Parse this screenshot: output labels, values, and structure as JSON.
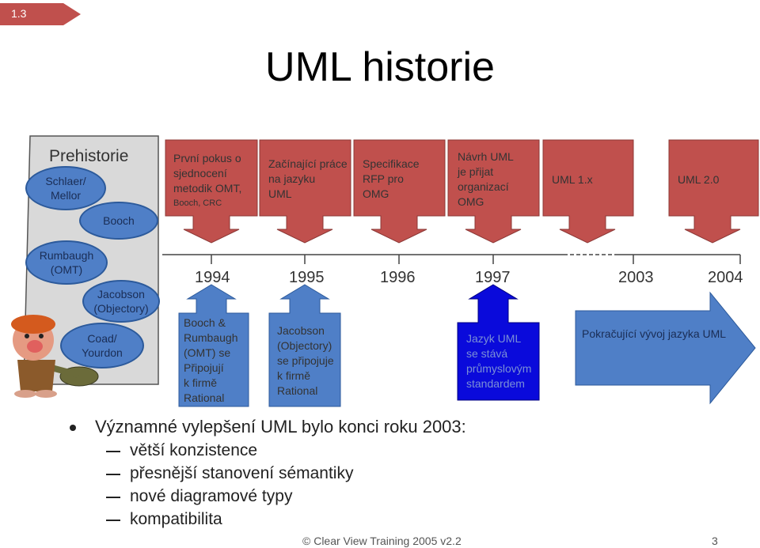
{
  "section": "1.3",
  "title": "UML historie",
  "prehistory": {
    "label": "Prehistorie",
    "methods": [
      "Schlaer/ Mellor",
      "Booch",
      "Rumbaugh (OMT)",
      "Jacobson (Objectory)",
      "Coad/ Yourdon"
    ]
  },
  "top_events": [
    {
      "lines": [
        "První pokus o",
        "sjednocení",
        "metodik OMT,"
      ],
      "small": "Booch, CRC"
    },
    {
      "lines": [
        "Začínající práce",
        "na jazyku",
        "UML"
      ]
    },
    {
      "lines": [
        "Specifikace",
        "RFP pro",
        "OMG"
      ]
    },
    {
      "lines": [
        "Návrh UML",
        "je přijat",
        "organizací",
        "OMG"
      ]
    },
    {
      "lines": [
        "UML 1.x"
      ]
    },
    {
      "lines": [
        "UML 2.0"
      ]
    }
  ],
  "years": [
    "1994",
    "1995",
    "1996",
    "1997",
    "2003",
    "2004"
  ],
  "bottom_events": [
    {
      "lines": [
        "Booch &",
        "Rumbaugh",
        "(OMT)  se",
        "Připojují",
        "k firmě",
        "Rational"
      ]
    },
    {
      "lines": [
        "Jacobson",
        "(Objectory)",
        "se připojuje",
        "k firmě",
        "Rational"
      ]
    },
    {
      "lines": [
        "Jazyk UML",
        "se stává",
        "průmyslovým",
        "standardem"
      ]
    }
  ],
  "continuing": "Pokračující vývoj jazyka UML",
  "bullet": "Významné vylepšení UML bylo konci roku 2003:",
  "sub_bullets": [
    "větší konzistence",
    "přesnější stanovení sémantiky",
    "nové diagramové typy",
    "kompatibilita"
  ],
  "footer": "© Clear View Training 2005 v2.2",
  "page_number": "3",
  "colors": {
    "red_box": "#c0504d",
    "blue": "#4f7fc7",
    "dark_blue": "#0000cc",
    "gray_panel": "#d9d9d9"
  }
}
